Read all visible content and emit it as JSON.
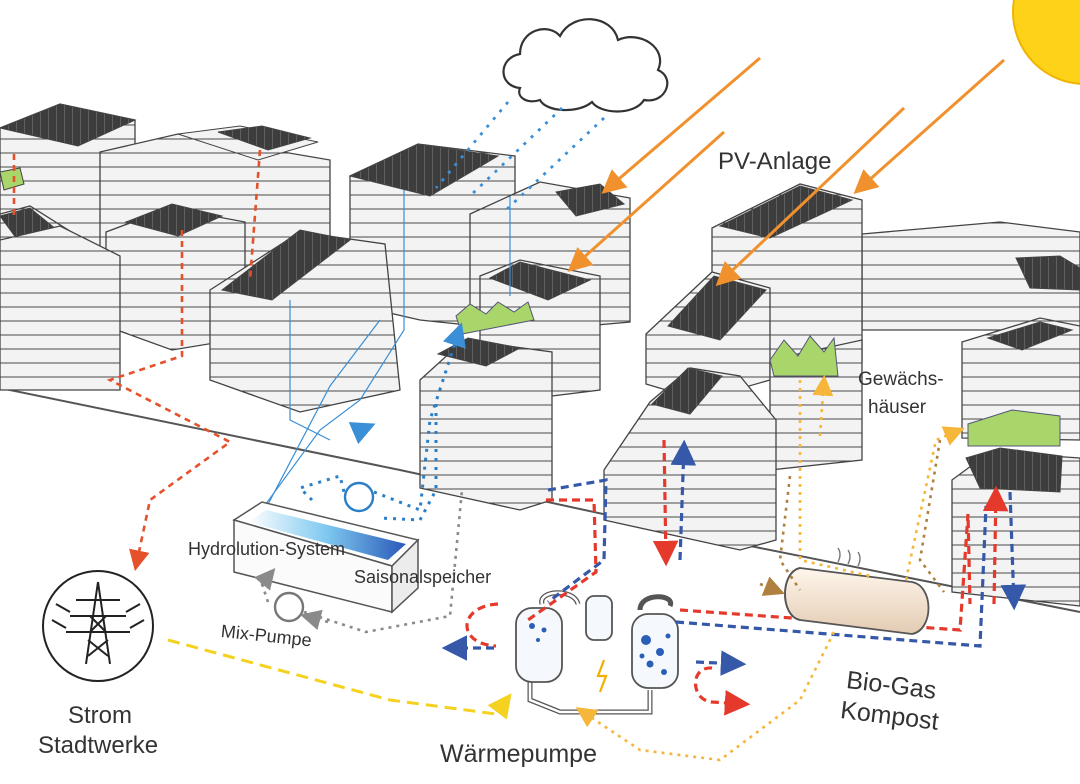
{
  "labels": {
    "pv": "PV-Anlage",
    "gewaechs1": "Gewächs-",
    "gewaechs2": "häuser",
    "hydrolution": "Hydrolution-System",
    "saisonal": "Saisonalspeicher",
    "mixpumpe": "Mix-Pumpe",
    "strom": "Strom",
    "stadtwerke": "Stadtwerke",
    "waermepumpe": "Wärmepumpe",
    "biogas": "Bio-Gas",
    "kompost": "Kompost"
  },
  "colors": {
    "solar": "#f0912e",
    "rain": "#3a8fd6",
    "heat_hot": "#e5392b",
    "heat_cold": "#3559a8",
    "grid": "#f4d21f",
    "power": "#e5512a",
    "biogas": "#b08040",
    "compost": "#f5b63a",
    "mix": "#8a8a8a",
    "greenhouse": "#a9d66a",
    "solar_panel": "#3b3b3b",
    "sun": "#ffd21a"
  },
  "icons": [
    "sun-icon",
    "cloud-icon",
    "power-tower-icon",
    "pump-icon",
    "lightning-icon"
  ]
}
